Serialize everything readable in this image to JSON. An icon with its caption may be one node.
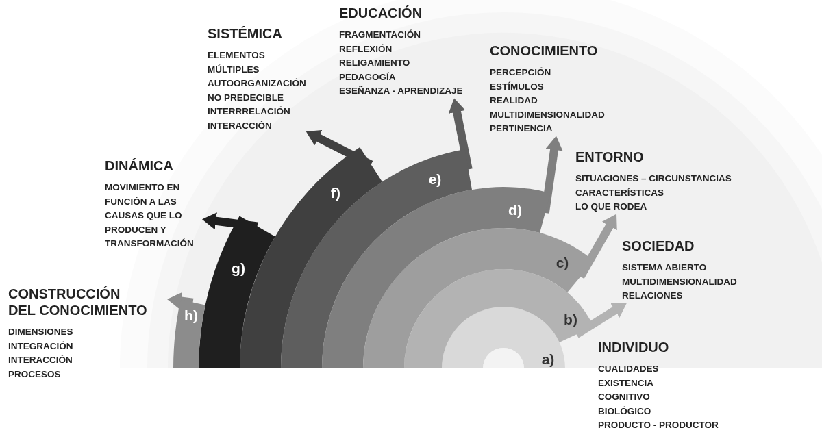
{
  "diagram": {
    "nodes": [
      {
        "text": [
          "a)"
        ]
      },
      {
        "text": [
          "b)"
        ]
      },
      {
        "text": [
          "c)"
        ]
      },
      {
        "text": [
          "d)"
        ]
      },
      {
        "text": [
          "e)"
        ]
      },
      {
        "text": [
          "f)"
        ]
      },
      {
        "text": [
          "g)"
        ]
      },
      {
        "text": [
          "h)"
        ]
      },
      {
        "text": [
          "INDIVIDUO",
          "CUALIDADES",
          "EXISTENCIA",
          "COGNITIVO",
          "BIOLÓGICO",
          "PRODUCTO - PRODUCTOR"
        ]
      },
      {
        "text": [
          "SOCIEDAD",
          "SISTEMA ABIERTO",
          "MULTIDIMENSIONALIDAD",
          "RELACIONES"
        ]
      },
      {
        "text": [
          "ENTORNO",
          "SITUACIONES – CIRCUNSTANCIAS",
          "CARACTERÍSTICAS",
          "LO QUE RODEA"
        ]
      },
      {
        "text": [
          "CONOCIMIENTO",
          "PERCEPCIÓN",
          "ESTÍMULOS",
          "REALIDAD",
          "MULTIDIMENSIONALIDAD",
          "PERTINENCIA"
        ]
      },
      {
        "text": [
          "EDUCACIÓN",
          "FRAGMENTACIÓN",
          "REFLEXIÓN",
          "RELIGAMIENTO",
          "PEDAGOGÍA",
          "ESEÑANZA - APRENDIZAJE"
        ]
      },
      {
        "text": [
          "SISTÉMICA",
          "ELEMENTOS",
          "MÚLTIPLES",
          "AUTOORGANIZACIÓN",
          "NO PREDECIBLE",
          "INTERRRELACIÓN",
          "INTERACCIÓN"
        ]
      },
      {
        "text": [
          "DINÁMICA",
          "MOVIMIENTO EN FUNCIÓN A LAS CAUSAS QUE LO PRODUCEN Y TRANSFORMACIÓN"
        ]
      },
      {
        "text": [
          "CONSTRUCCIÓN DEL CONOCIMIENTO",
          "DIMENSIONES",
          "INTEGRACIÓN",
          "INTERACCIÓN",
          "PROCESOS"
        ]
      }
    ],
    "edges": [
      {
        "from": 1,
        "to": 9,
        "arrow": "to",
        "color": "#b3b3b3"
      },
      {
        "from": 2,
        "to": 10,
        "arrow": "to",
        "color": "#9e9e9e"
      },
      {
        "from": 3,
        "to": 11,
        "arrow": "to",
        "color": "#7f7f7f"
      },
      {
        "from": 4,
        "to": 12,
        "arrow": "to",
        "color": "#5e5e5e"
      },
      {
        "from": 5,
        "to": 13,
        "arrow": "to",
        "color": "#404040"
      },
      {
        "from": 6,
        "to": 14,
        "arrow": "to",
        "color": "#1f1f1f"
      },
      {
        "from": 7,
        "to": 15,
        "arrow": "to",
        "color": "#8c8c8c"
      }
    ]
  }
}
